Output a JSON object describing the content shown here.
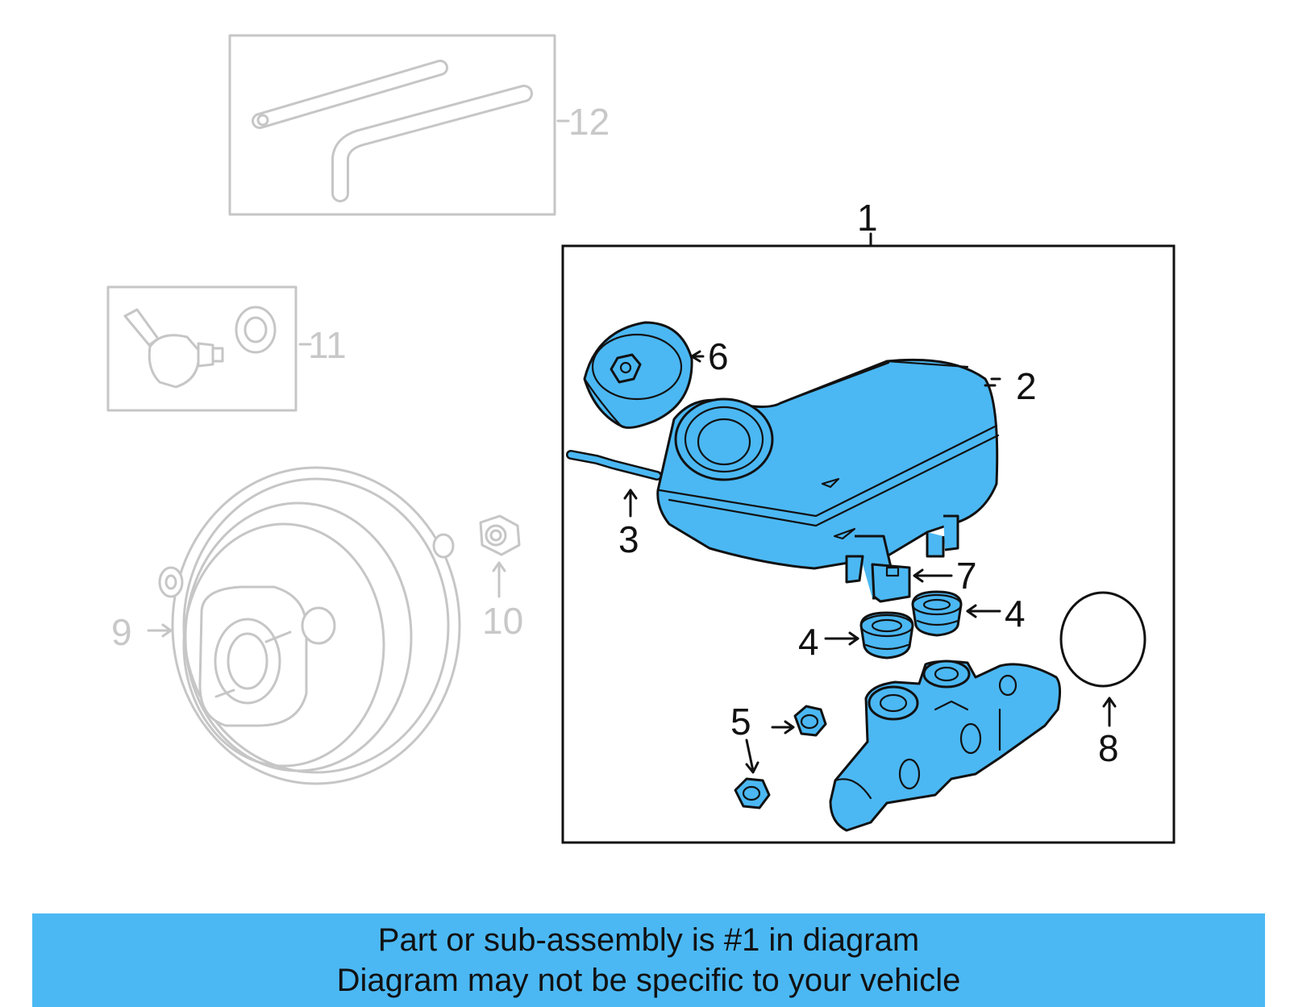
{
  "callouts": {
    "c1": "1",
    "c2": "2",
    "c3": "3",
    "c4a": "4",
    "c4b": "4",
    "c5": "5",
    "c6": "6",
    "c7": "7",
    "c8": "8",
    "c9": "9",
    "c10": "10",
    "c11": "11",
    "c12": "12"
  },
  "banner": {
    "line1": "Part or sub-assembly is #1 in diagram",
    "line2": "Diagram may not be specific to your vehicle"
  },
  "colors": {
    "highlight": "#4bb8f3",
    "inactive": "#c6c6c6"
  }
}
